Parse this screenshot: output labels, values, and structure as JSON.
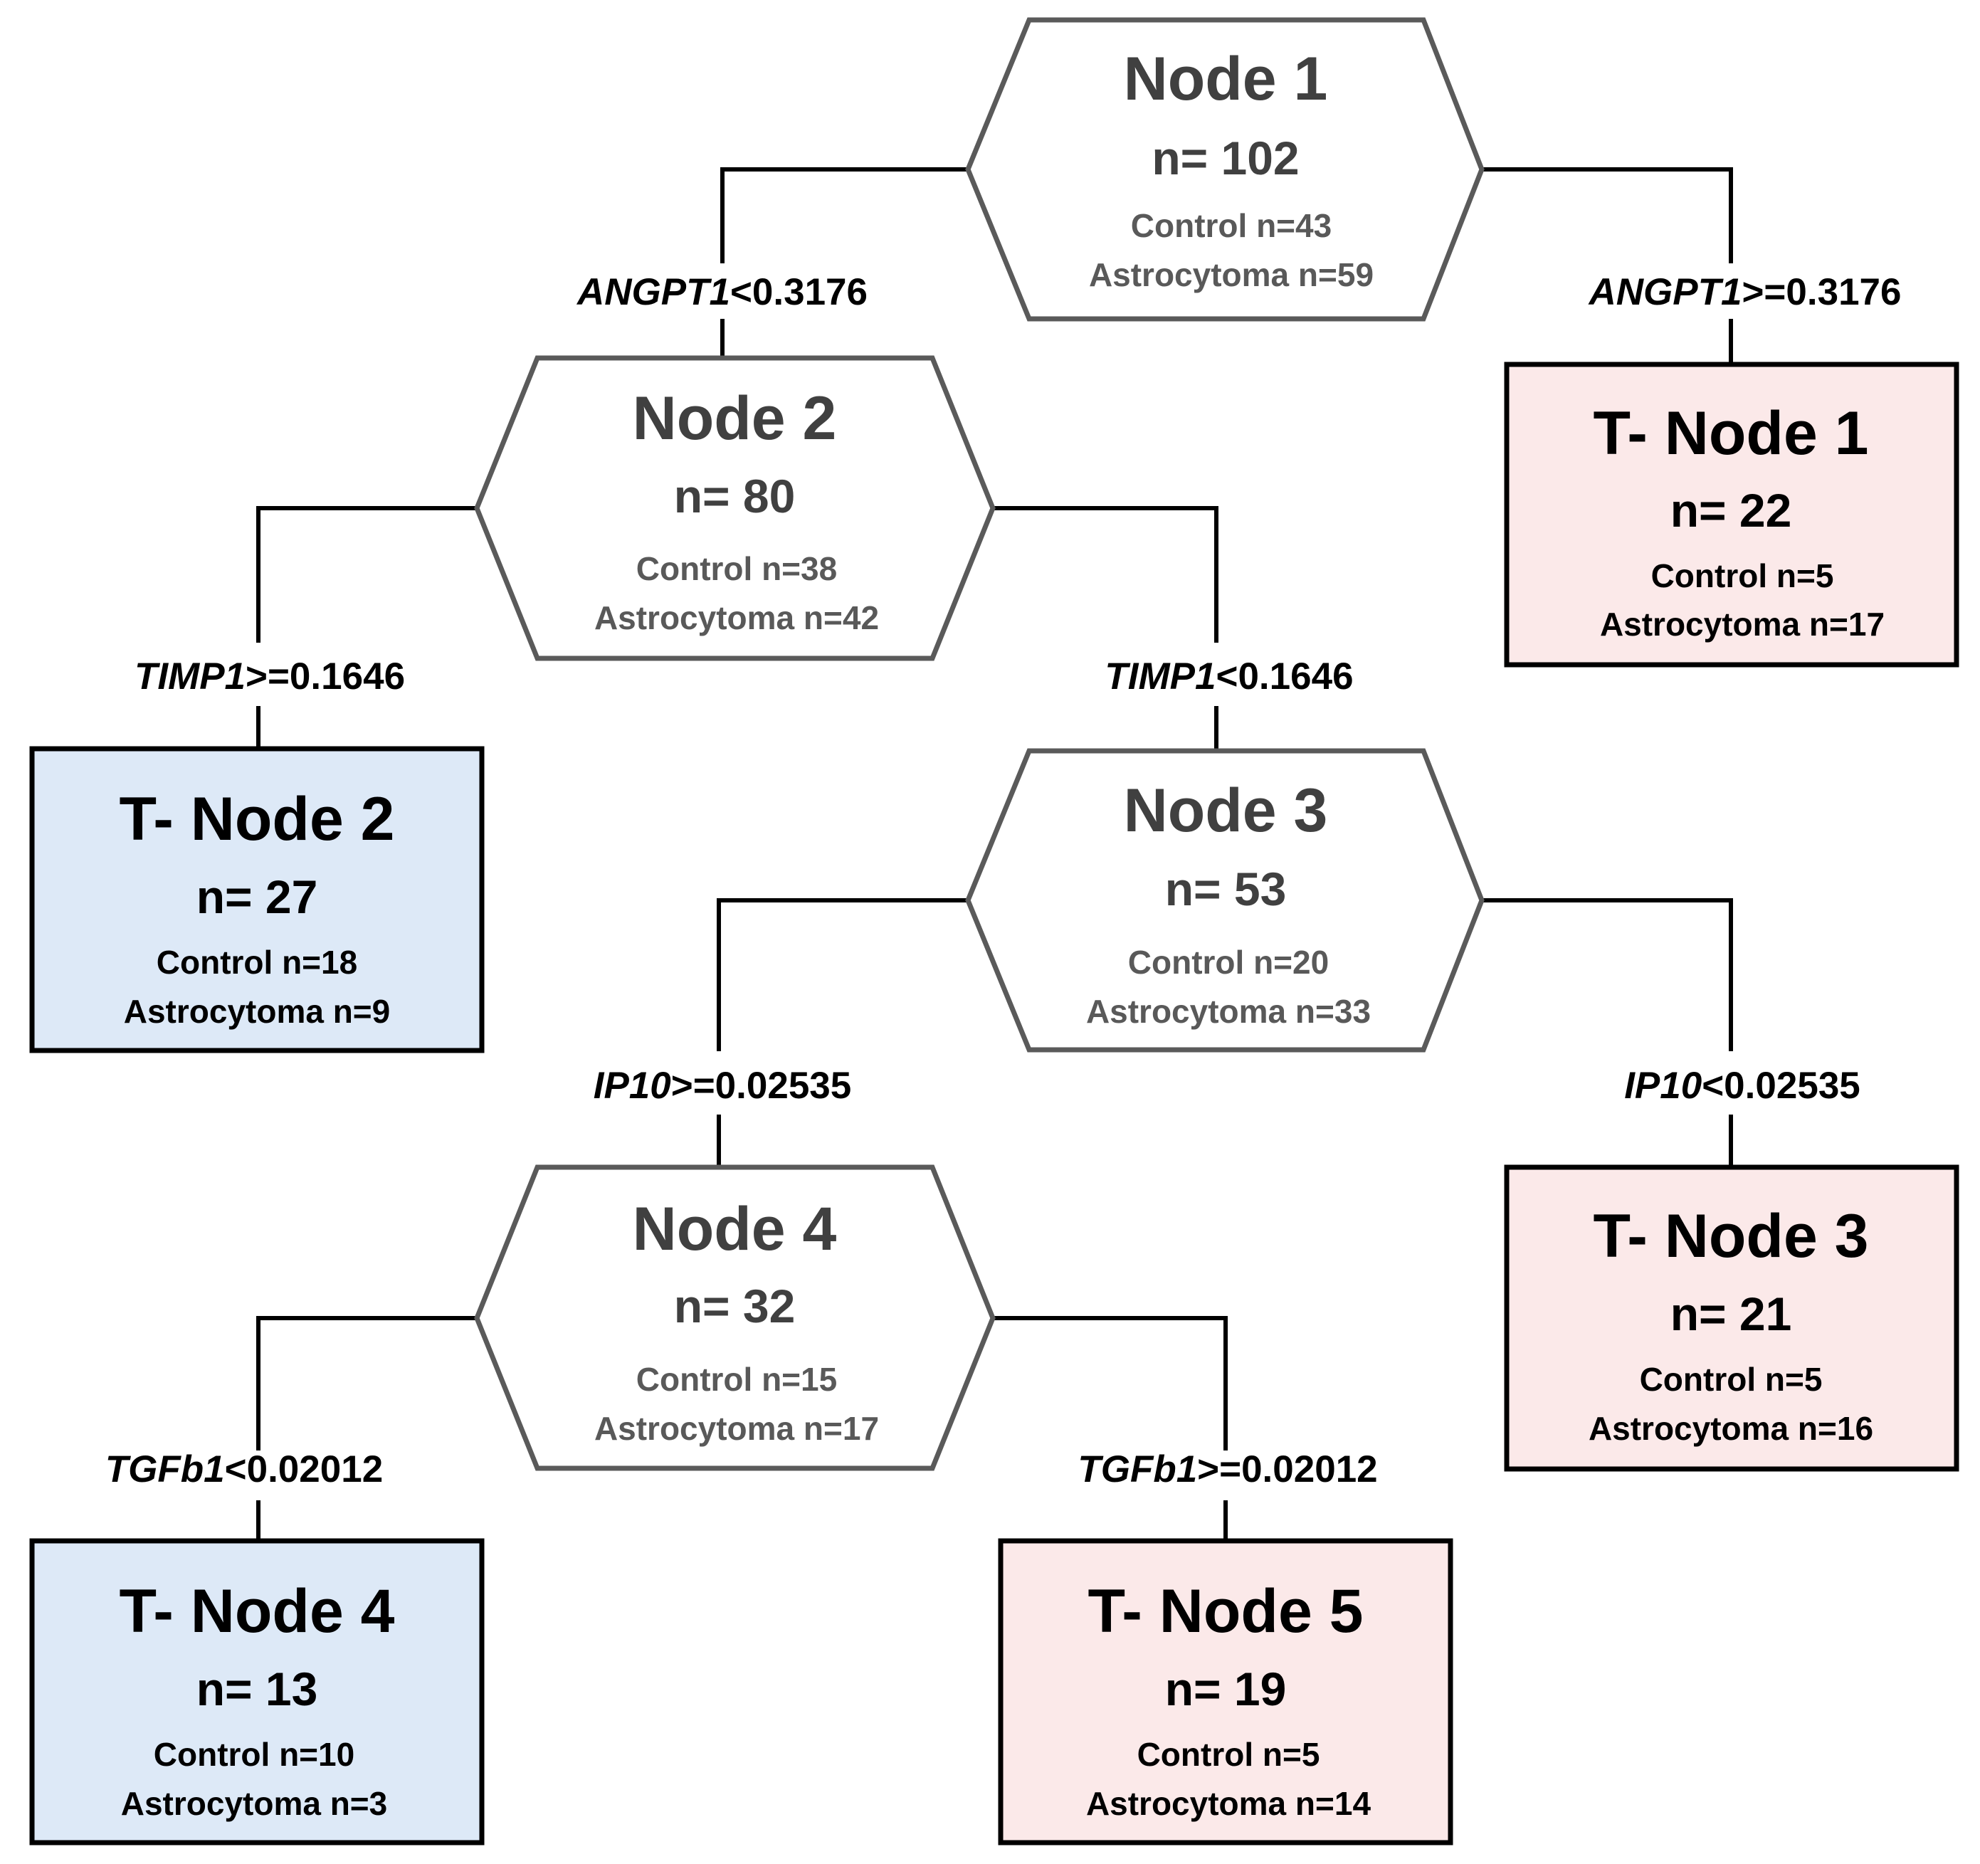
{
  "colors": {
    "hexagon_stroke": "#5a5a5a",
    "hexagon_fill": "#ffffff",
    "terminal_stroke": "#000000",
    "control_terminal_fill": "#dde9f7",
    "astrocytoma_terminal_fill": "#fbe9e9",
    "connector": "#000000"
  },
  "nodes": {
    "node1": {
      "title": "Node 1",
      "n": "n= 102",
      "control": "Control n=43",
      "astro": "Astrocytoma n=59"
    },
    "node2": {
      "title": "Node 2",
      "n": "n= 80",
      "control": "Control n=38",
      "astro": "Astrocytoma n=42"
    },
    "node3": {
      "title": "Node 3",
      "n": "n= 53",
      "control": "Control n=20",
      "astro": "Astrocytoma n=33"
    },
    "node4": {
      "title": "Node 4",
      "n": "n= 32",
      "control": "Control n=15",
      "astro": "Astrocytoma n=17"
    }
  },
  "terminals": {
    "t1": {
      "title": "T- Node 1",
      "n": "n= 22",
      "control": "Control n=5",
      "astro": "Astrocytoma n=17",
      "class": "astrocytoma"
    },
    "t2": {
      "title": "T- Node 2",
      "n": "n= 27",
      "control": "Control n=18",
      "astro": "Astrocytoma n=9",
      "class": "control"
    },
    "t3": {
      "title": "T- Node 3",
      "n": "n= 21",
      "control": "Control n=5",
      "astro": "Astrocytoma n=16",
      "class": "astrocytoma"
    },
    "t4": {
      "title": "T- Node 4",
      "n": "n= 13",
      "control": "Control n=10",
      "astro": "Astrocytoma n=3",
      "class": "control"
    },
    "t5": {
      "title": "T- Node 5",
      "n": "n= 19",
      "control": "Control n=5",
      "astro": "Astrocytoma n=14",
      "class": "astrocytoma"
    }
  },
  "splits": {
    "s1_left": {
      "gene": "ANGPT1",
      "rule": "<0.3176"
    },
    "s1_right": {
      "gene": "ANGPT1",
      "rule": ">=0.3176"
    },
    "s2_left": {
      "gene": "TIMP1",
      "rule": ">=0.1646"
    },
    "s2_right": {
      "gene": "TIMP1",
      "rule": "<0.1646"
    },
    "s3_left": {
      "gene": "IP10",
      "rule": ">=0.02535"
    },
    "s3_right": {
      "gene": "IP10",
      "rule": "<0.02535"
    },
    "s4_left": {
      "gene": "TGFb1",
      "rule": "<0.02012"
    },
    "s4_right": {
      "gene": "TGFb1",
      "rule": ">=0.02012"
    }
  }
}
